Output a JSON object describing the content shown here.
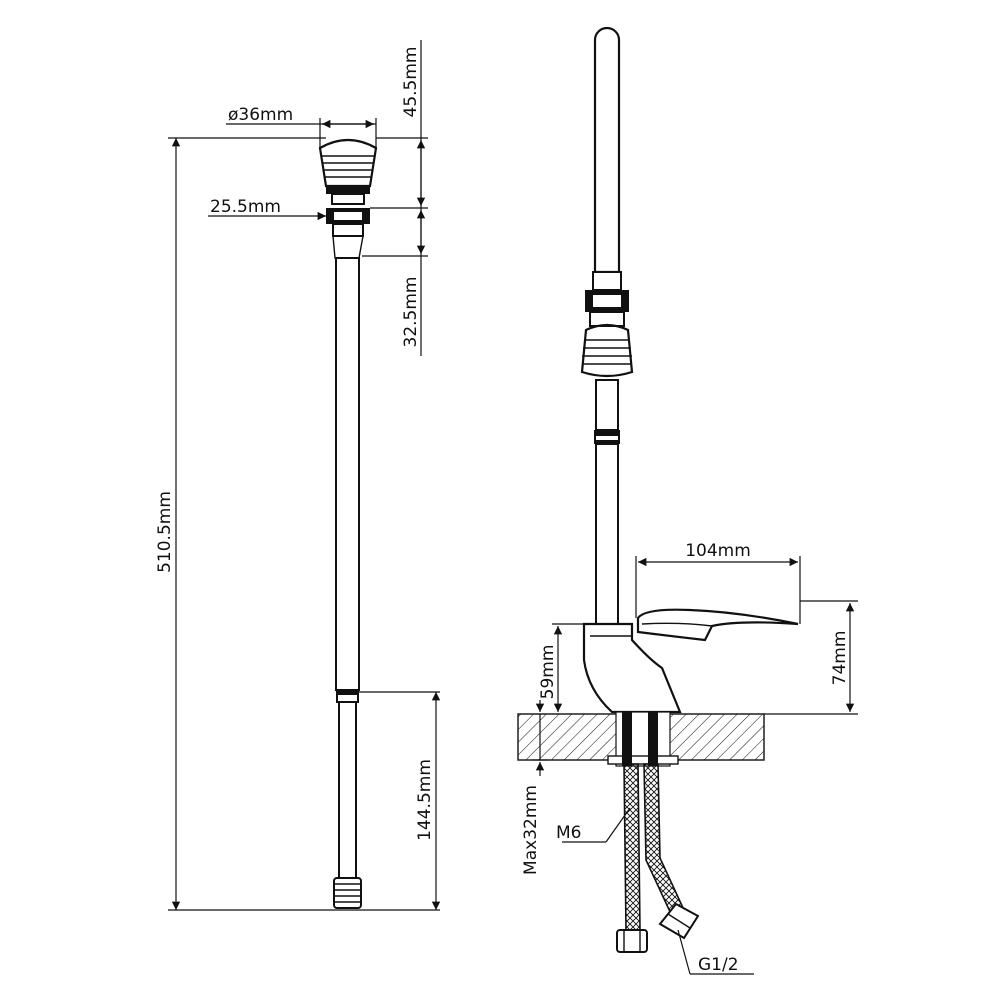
{
  "labels": {
    "aerator_diameter": "ø36mm",
    "nut_width": "25.5mm",
    "head_height": "45.5mm",
    "neck_height": "32.5mm",
    "total_length": "510.5mm",
    "lower_section": "144.5mm",
    "spout_reach": "104mm",
    "handle_height": "74mm",
    "body_height": "59mm",
    "max_thickness": "Max32mm",
    "stud_thread": "M6",
    "hose_thread": "G1/2"
  }
}
